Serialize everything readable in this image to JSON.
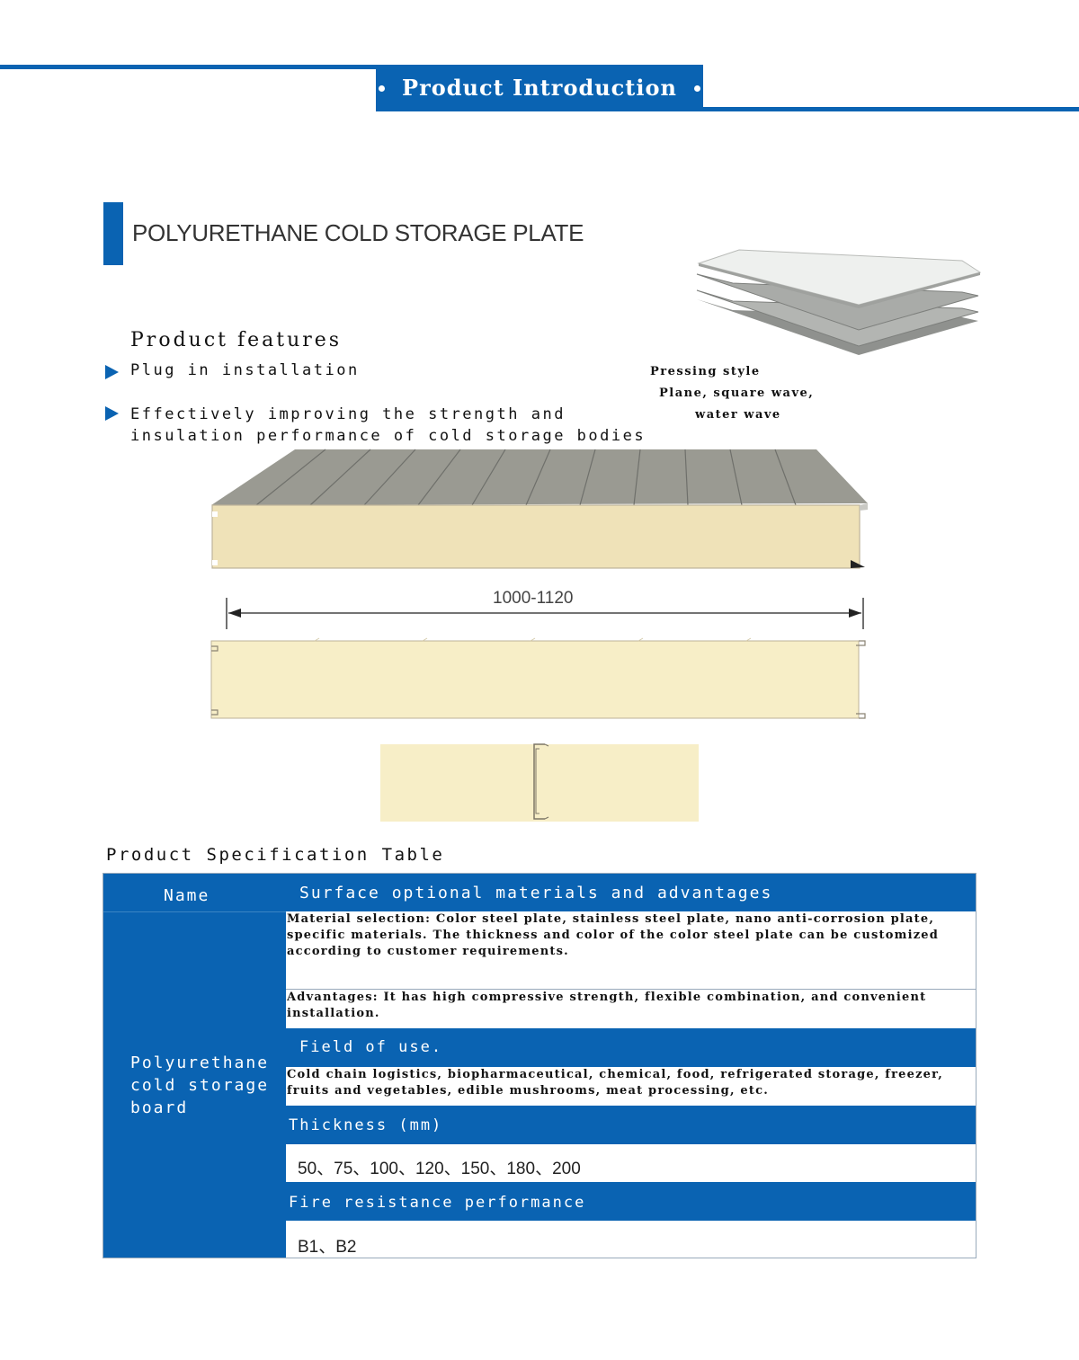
{
  "header": {
    "title": "Product Introduction"
  },
  "section": {
    "title": "POLYURETHANE COLD STORAGE PLATE"
  },
  "features": {
    "title": "Product features",
    "items": [
      {
        "line1": "Plug in installation",
        "line2": ""
      },
      {
        "line1": "Effectively improving the strength and",
        "line2": "insulation performance of cold storage bodies"
      }
    ]
  },
  "pressing": {
    "line1": "Pressing style",
    "line2": "Plane, square wave,",
    "line3": "water wave"
  },
  "diagram": {
    "dimension_label": "1000-1120"
  },
  "spec": {
    "title": "Product Specification Table",
    "name_header": "Name",
    "name_value_lines": [
      "Polyurethane",
      "cold storage",
      "board"
    ],
    "surface_header": "Surface optional materials and advantages",
    "material_text": "Material selection: Color steel plate, stainless steel plate, nano anti-corrosion plate, specific materials. The thickness and color of the color steel plate can be customized according to customer requirements.",
    "advantages_text": "Advantages: It has high compressive strength, flexible combination, and convenient installation.",
    "field_header": "Field of use.",
    "field_text": "Cold chain logistics, biopharmaceutical, chemical, food, refrigerated storage, freezer, fruits and vegetables, edible mushrooms, meat processing, etc.",
    "thickness_header": "Thickness (mm)",
    "thickness_value": "50、75、100、120、150、180、200",
    "fire_header": "Fire resistance performance",
    "fire_value": "B1、B2"
  },
  "colors": {
    "brand_blue": "#0a63b2",
    "foam": "#f5ecc4",
    "steel": "#9a9a92"
  }
}
